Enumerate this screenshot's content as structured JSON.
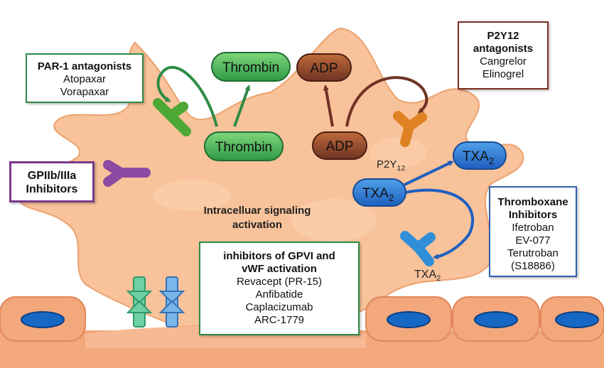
{
  "colors": {
    "cell_fill": "#f8c29a",
    "cell_stroke": "#eba26f",
    "endothelium": "#f3a87c",
    "nucleus": "#1668c4",
    "thrombin_green": "#2e9a46",
    "adp_brown": "#6e3324",
    "txa_blue": "#1f5fbf",
    "par1_border": "#2e8b46",
    "p2y12_border": "#7a2e1e",
    "gpiib_border": "#7a3a8c",
    "txa_border": "#2e5fb0",
    "gpvi_border": "#2e8b46"
  },
  "pills": {
    "thrombin_top": "Thrombin",
    "thrombin_bottom": "Thrombin",
    "adp_top": "ADP",
    "adp_bottom": "ADP",
    "txa_left": "TXA",
    "txa_right": "TXA",
    "txa_subscript": "2"
  },
  "receptors": {
    "p2y12_label": "P2Y",
    "p2y12_subscript": "12",
    "txa2_label": "TXA",
    "txa2_subscript": "2"
  },
  "center_text": {
    "line1": "Intracelluar signaling",
    "line2": "activation"
  },
  "boxes": {
    "par1": {
      "title": "PAR-1 antagonists",
      "drugs": [
        "Atopaxar",
        "Vorapaxar"
      ]
    },
    "p2y12": {
      "title_line1": "P2Y12",
      "title_line2": "antagonists",
      "drugs": [
        "Cangrelor",
        "Elinogrel"
      ]
    },
    "gpiib": {
      "title_line1": "GPIIb/IIIa",
      "title_line2": "Inhibitors"
    },
    "thromboxane": {
      "title_line1": "Thromboxane",
      "title_line2": "Inhibitors",
      "drugs": [
        "Ifetroban",
        "EV-077",
        "Terutroban",
        "(S18886)"
      ]
    },
    "gpvi": {
      "title_line1": "inhibitors of GPVI and",
      "title_line2": "vWF activation",
      "drugs": [
        "Revacept (PR-15)",
        "Anfibatide",
        "Caplacizumab",
        "ARC-1779"
      ]
    }
  },
  "icons": [
    "par1-receptor-icon",
    "p2y12-receptor-icon",
    "gpiib-receptor-icon",
    "txa2-receptor-icon",
    "gpvi-receptor-icon",
    "vwf-receptor-icon"
  ]
}
